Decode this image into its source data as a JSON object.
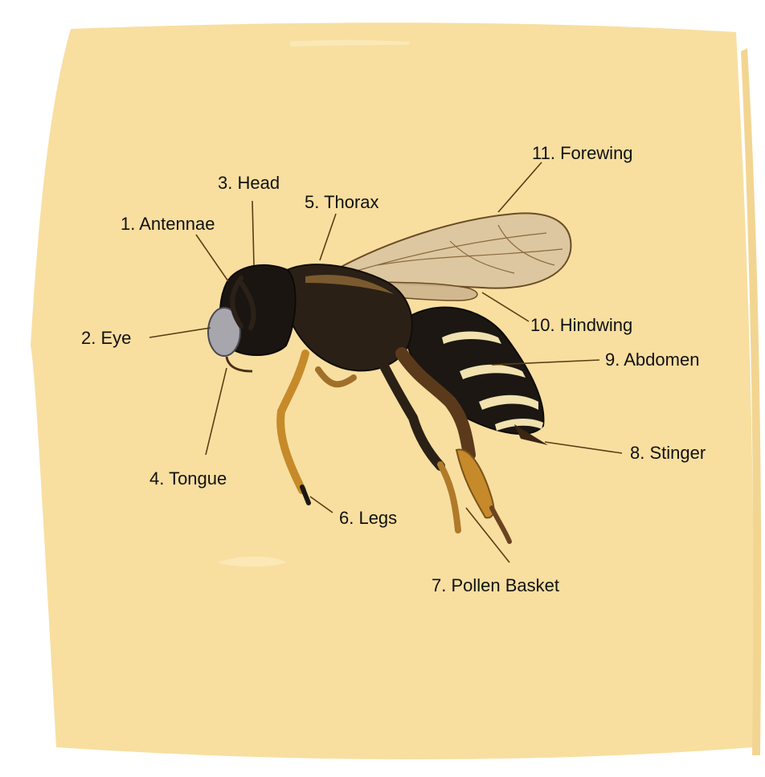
{
  "colors": {
    "background_card": "#f8dfa0",
    "card_highlight": "#fbe8b6",
    "leader_line": "#5a3d12",
    "body_dark": "#1c1712",
    "body_brown": "#5b3a1c",
    "abdomen_band": "#f1e2b0",
    "leg_amber": "#c68a2a",
    "wing_fill": "#d8c3a0",
    "eye_gray": "#a7a6ad"
  },
  "labels": {
    "antennae": "1. Antennae",
    "eye": "2. Eye",
    "head": "3. Head",
    "tongue": "4. Tongue",
    "thorax": "5. Thorax",
    "legs": "6. Legs",
    "pollen_basket": "7. Pollen Basket",
    "stinger": "8. Stinger",
    "abdomen": "9. Abdomen",
    "hindwing": "10. Hindwing",
    "forewing": "11. Forewing"
  }
}
